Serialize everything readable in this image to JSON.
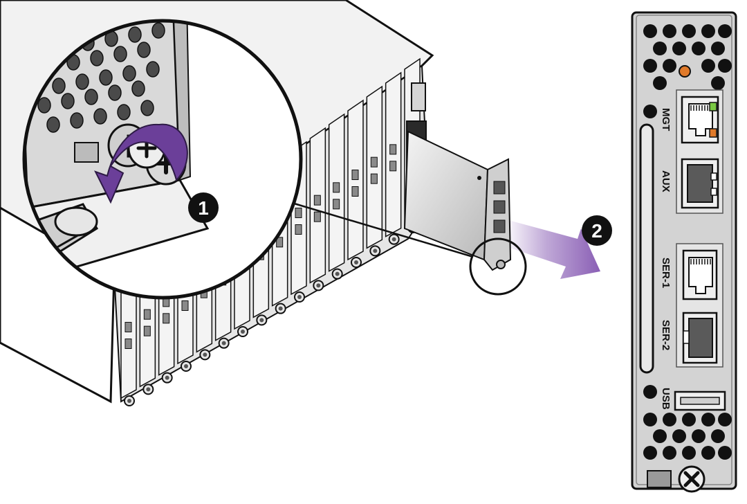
{
  "steps": {
    "step1": "1",
    "step2": "2"
  },
  "module_ports": {
    "mgt": "MGT",
    "aux": "AUX",
    "ser1": "SER-1",
    "ser2": "SER-2",
    "usb": "USB"
  },
  "colors": {
    "arrow_purple": "#8a5fb5",
    "arrow_purple_dark": "#6b3f99",
    "led_orange": "#e07a2a",
    "led_green": "#7ac943",
    "chassis_fill": "#e8e8e8",
    "outline": "#111111"
  },
  "icons": {
    "rotate": "counterclockwise-arrow-icon",
    "pull": "pull-out-arrow-icon",
    "screw": "captive-screw-icon"
  }
}
